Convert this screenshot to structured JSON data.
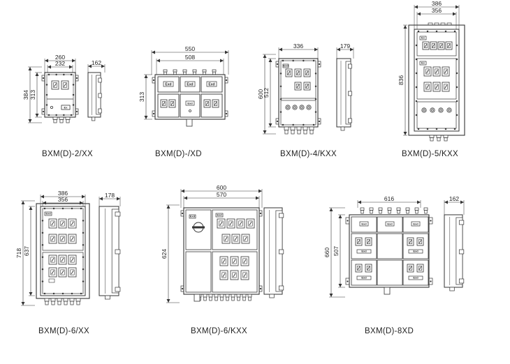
{
  "units": [
    {
      "name": "BXM(D)-2/XX",
      "width": "260",
      "inner_width": "232",
      "height": "384",
      "inner_height": "313",
      "depth": "162",
      "plate_label": "Ex"
    },
    {
      "name": "BXM(D)-/XD",
      "width": "550",
      "inner_width": "508",
      "height": "313",
      "plate_label": "Exd"
    },
    {
      "name": "BXM(D)-4/KXX",
      "width": "336",
      "height": "600",
      "inner_height": "512",
      "depth": "179",
      "plate_label": "Exd"
    },
    {
      "name": "BXM(D)-5/KXX",
      "width": "386",
      "inner_width": "356",
      "height": "836",
      "plate_label": "Ex"
    },
    {
      "name": "BXM(D)-6/XX",
      "width": "386",
      "inner_width": "356",
      "height": "718",
      "inner_height": "637",
      "depth": "178",
      "plate_label": "Exd"
    },
    {
      "name": "BXM(D)-6/KXX",
      "width": "600",
      "inner_width": "570",
      "height": "624",
      "plate_label": "Exd"
    },
    {
      "name": "BXM(D)-8XD",
      "width": "616",
      "height": "660",
      "inner_height": "507",
      "depth": "162",
      "plate_label": "Exd"
    }
  ],
  "colors": {
    "line": "#333333",
    "body": "#ffffff",
    "label": "#222222"
  }
}
